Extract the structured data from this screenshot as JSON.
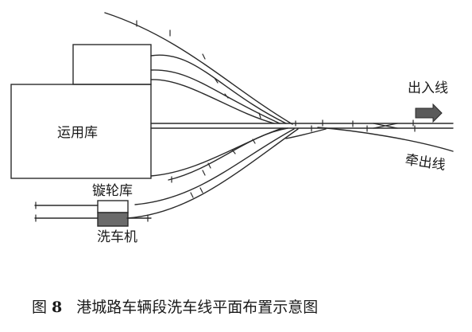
{
  "labels": {
    "depot": "运用库",
    "wheel_lathe": "镟轮库",
    "washer": "洗车机",
    "entry_exit": "出入线",
    "shunting": "牵出线"
  },
  "caption": {
    "prefix": "图",
    "number": "8",
    "text": "港城路车辆段洗车线平面布置示意图"
  },
  "colors": {
    "line": "#2a2a2a",
    "arrow_fill": "#5a5a5a",
    "washer_fill": "#6b6b6b"
  },
  "icons": {
    "entry_exit_arrow": "right-arrow-icon"
  }
}
